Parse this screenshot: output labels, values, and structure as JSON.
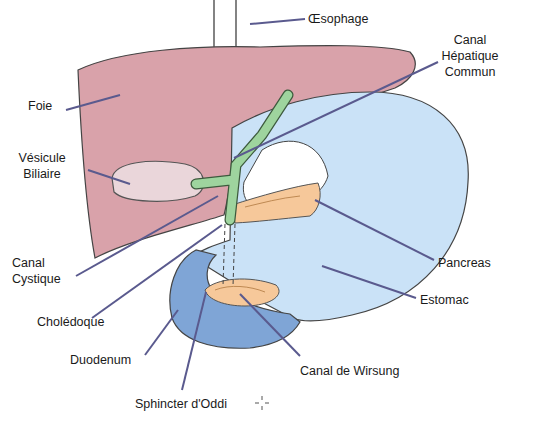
{
  "diagram": {
    "labels": [
      "Œsophage",
      "Canal Hépatique Commun",
      "Foie",
      "Vésicule Biliaire",
      "Pancreas",
      "Canal Cystique",
      "Estomac",
      "Cholédoque",
      "Duodenum",
      "Canal de Wirsung",
      "Sphincter d'Oddi"
    ]
  }
}
